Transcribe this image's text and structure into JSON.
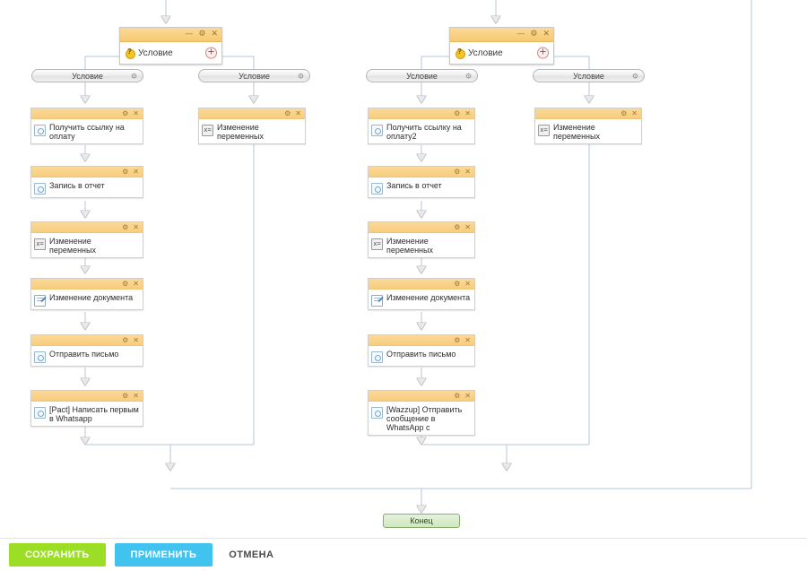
{
  "canvas": {
    "edge_color": "#b8c6da",
    "node_header_color": "#f8cd7d",
    "end_node_color": "#cfe7bf"
  },
  "conditions": [
    {
      "title_label": "Условие",
      "minimize_icon": "minimize-icon",
      "gear_icon": "gear-icon",
      "close_icon": "close-icon",
      "add_icon": "plus-icon"
    },
    {
      "title_label": "Условие",
      "minimize_icon": "minimize-icon",
      "gear_icon": "gear-icon",
      "close_icon": "close-icon",
      "add_icon": "plus-icon"
    }
  ],
  "branches": [
    {
      "label": "Условие",
      "gear_icon": "gear-icon"
    },
    {
      "label": "Условие",
      "gear_icon": "gear-icon"
    },
    {
      "label": "Условие",
      "gear_icon": "gear-icon"
    },
    {
      "label": "Условие",
      "gear_icon": "gear-icon"
    }
  ],
  "columns": {
    "col1": [
      {
        "label": "Получить ссылку на оплату",
        "icon": "action-square-icon"
      },
      {
        "label": "Запись в отчет",
        "icon": "action-square-icon"
      },
      {
        "label": "Изменение переменных",
        "icon": "variables-icon"
      },
      {
        "label": "Изменение документа",
        "icon": "document-edit-icon"
      },
      {
        "label": "Отправить письмо",
        "icon": "action-square-icon"
      },
      {
        "label": "[Pact] Написать первым в Whatsapp",
        "icon": "action-square-icon"
      }
    ],
    "col2": [
      {
        "label": "Изменение переменных",
        "icon": "variables-icon"
      }
    ],
    "col3": [
      {
        "label": "Получить ссылку на оплату2",
        "icon": "action-square-icon"
      },
      {
        "label": "Запись в отчет",
        "icon": "action-square-icon"
      },
      {
        "label": "Изменение переменных",
        "icon": "variables-icon"
      },
      {
        "label": "Изменение документа",
        "icon": "document-edit-icon"
      },
      {
        "label": "Отправить письмо",
        "icon": "action-square-icon"
      },
      {
        "label": "[Wazzup] Отправить сообщение в WhatsApp c",
        "icon": "action-square-icon"
      }
    ],
    "col4": [
      {
        "label": "Изменение переменных",
        "icon": "variables-icon"
      }
    ]
  },
  "end_node": {
    "label": "Конец"
  },
  "toolbar": {
    "save_label": "СОХРАНИТЬ",
    "apply_label": "ПРИМЕНИТЬ",
    "cancel_label": "ОТМЕНА",
    "save_color": "#9cdd26",
    "apply_color": "#41c3f0"
  },
  "glyph_text": {
    "vars": "x="
  }
}
